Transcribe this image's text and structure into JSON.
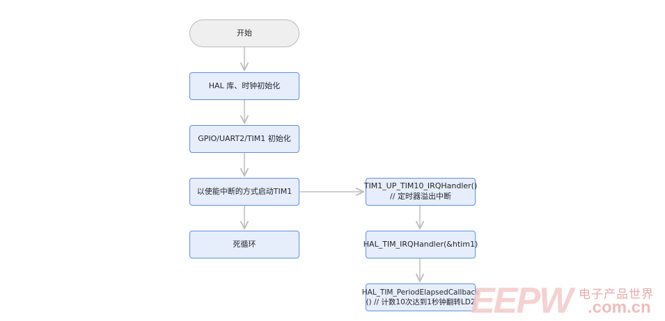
{
  "nodes": {
    "start": {
      "label": "开始"
    },
    "hal_init": {
      "label": "HAL 库、时钟初始化"
    },
    "periph_init": {
      "label": "GPIO/UART2/TIM1 初始化"
    },
    "start_tim": {
      "label": "以使能中断的方式启动TIM1"
    },
    "loop": {
      "label": "死循环"
    },
    "irq_handler": {
      "line1": "TIM1_UP_TIM10_IRQHandler()",
      "line2": "// 定时器溢出中断"
    },
    "hal_irq": {
      "label": "HAL_TIM_IRQHandler(&htim1)"
    },
    "callback": {
      "line1": "HAL_TIM_PeriodElapsedCallback",
      "line2": "() // 计数10次达到1秒钟翻转LD2"
    }
  },
  "watermark": {
    "brand": "EEPW",
    "chinese": "电子产品世界",
    "domain": ".com.cn"
  },
  "colors": {
    "node_fill": "#e7eefb",
    "node_border": "#5b8ee6",
    "start_fill": "#efefef",
    "start_border": "#b9b9b9",
    "arrow": "#bdbdbd",
    "watermark": "#f4c9c9"
  }
}
